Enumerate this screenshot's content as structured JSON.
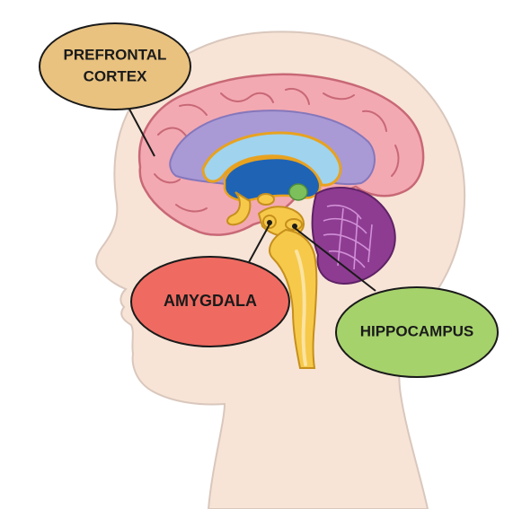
{
  "labels": {
    "prefrontal_cortex": {
      "line1": "PREFRONTAL",
      "line2": "CORTEX",
      "fill": "#e9c27f"
    },
    "amygdala": {
      "text": "AMYGDALA",
      "fill": "#ef6b61"
    },
    "hippocampus": {
      "text": "HIPPOCAMPUS",
      "fill": "#a6d26c"
    }
  },
  "colors": {
    "head_skin": "#f7e4d6",
    "head_outline": "#d9c7bd",
    "cortex": "#f3a9b2",
    "cortex_outline": "#c86876",
    "inner_lobe": "#a99ad6",
    "corpus_callosum": "#9fd3ee",
    "ventricle": "#1f63b4",
    "brainstem": "#f6c94a",
    "cerebellum": "#8e3c92",
    "leader_line": "#1a1a1a"
  }
}
